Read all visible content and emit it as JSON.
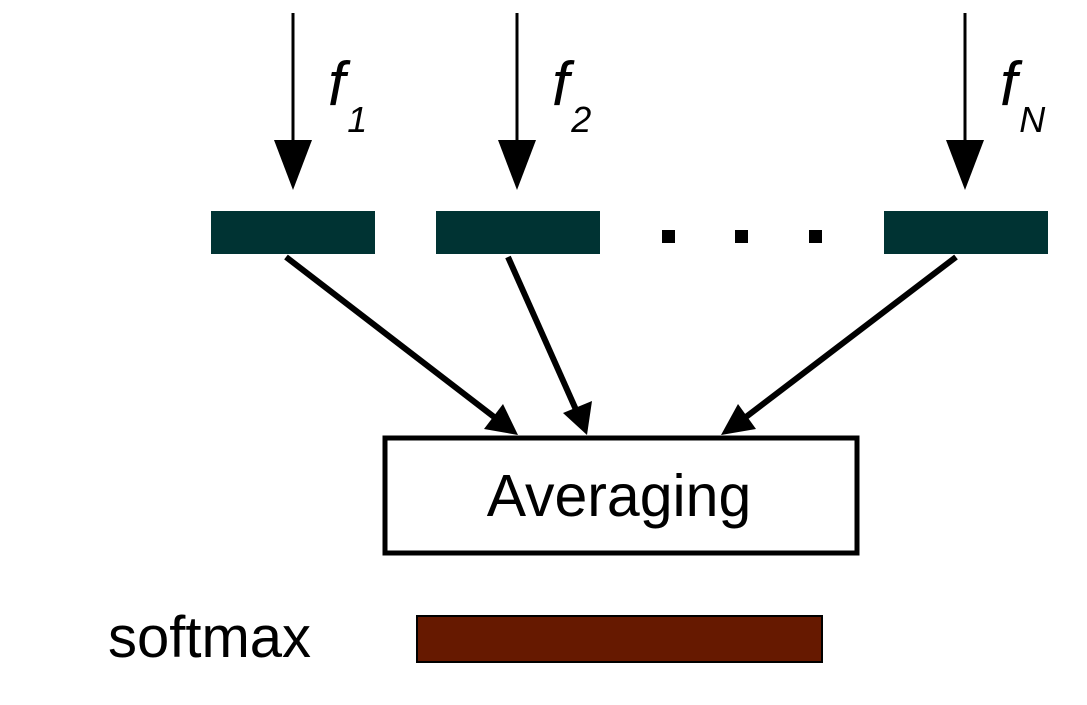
{
  "inputs": [
    {
      "symbol": "f",
      "subscript": "1"
    },
    {
      "symbol": "f",
      "subscript": "2"
    },
    {
      "symbol": "f",
      "subscript": "N"
    }
  ],
  "ellipsis": ". . .",
  "averaging_label": "Averaging",
  "softmax_label": "softmax",
  "colors": {
    "feature_block": "#003333",
    "softmax_bar": "#661900",
    "stroke": "#000000",
    "background": "#ffffff"
  }
}
